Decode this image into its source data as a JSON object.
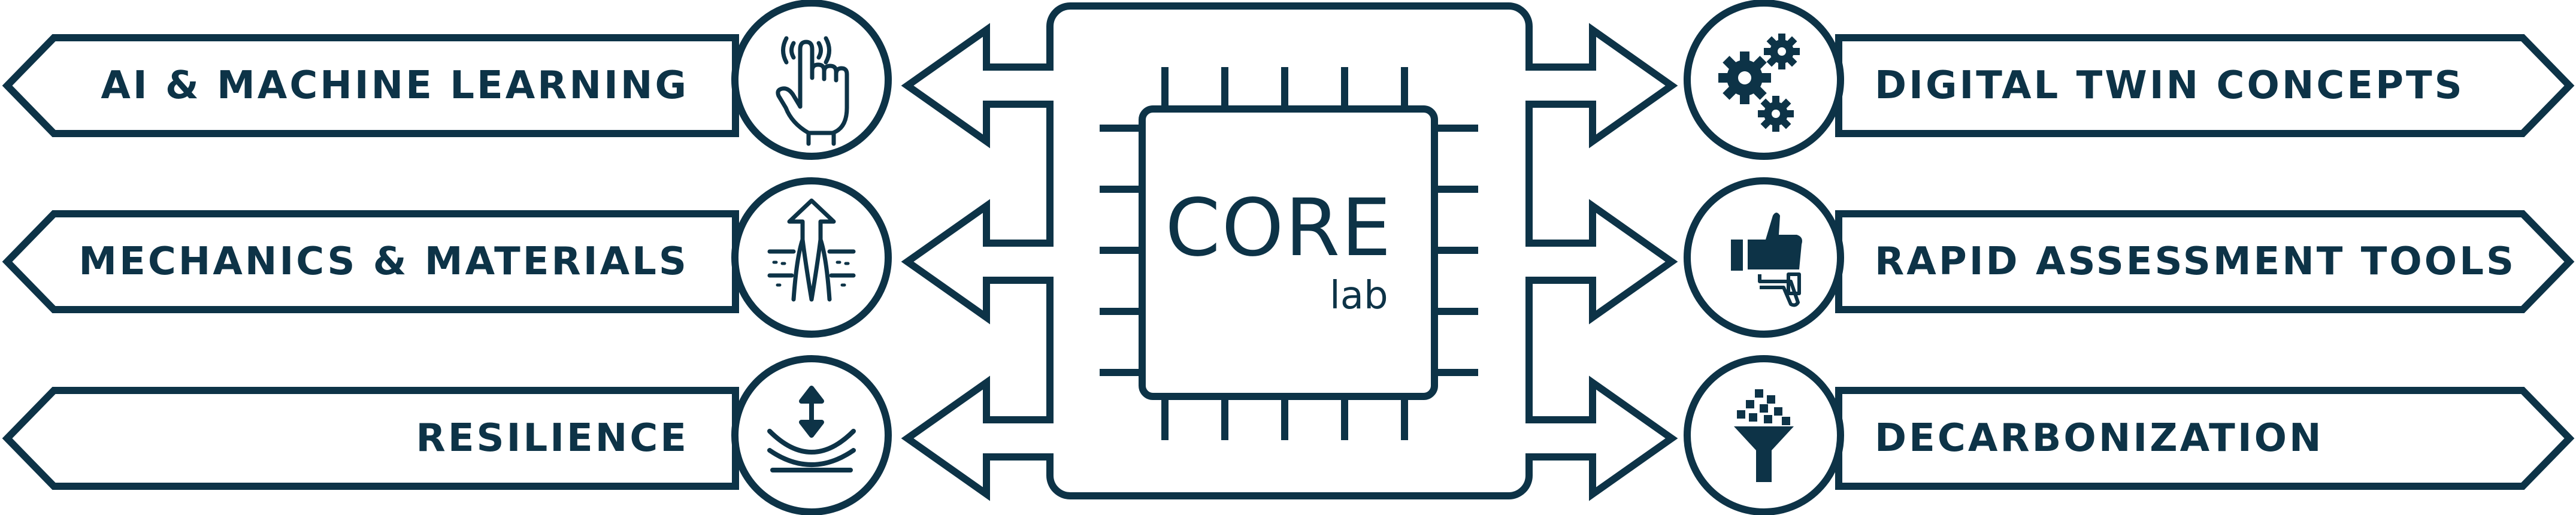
{
  "center": {
    "title": "CORE",
    "subtitle": "lab"
  },
  "left_topics": [
    {
      "label": "AI & MACHINE LEARNING",
      "icon": "hand-pointing-icon"
    },
    {
      "label": "MECHANICS & MATERIALS",
      "icon": "material-layers-arrow-icon"
    },
    {
      "label": "RESILIENCE",
      "icon": "spring-layers-icon"
    }
  ],
  "right_topics": [
    {
      "label": "DIGITAL TWIN CONCEPTS",
      "icon": "gears-icon"
    },
    {
      "label": "RAPID ASSESSMENT TOOLS",
      "icon": "thumbs-up-down-icon"
    },
    {
      "label": "DECARBONIZATION",
      "icon": "funnel-icon"
    }
  ],
  "colors": {
    "ink": "#0d3347",
    "background": "#ffffff"
  }
}
